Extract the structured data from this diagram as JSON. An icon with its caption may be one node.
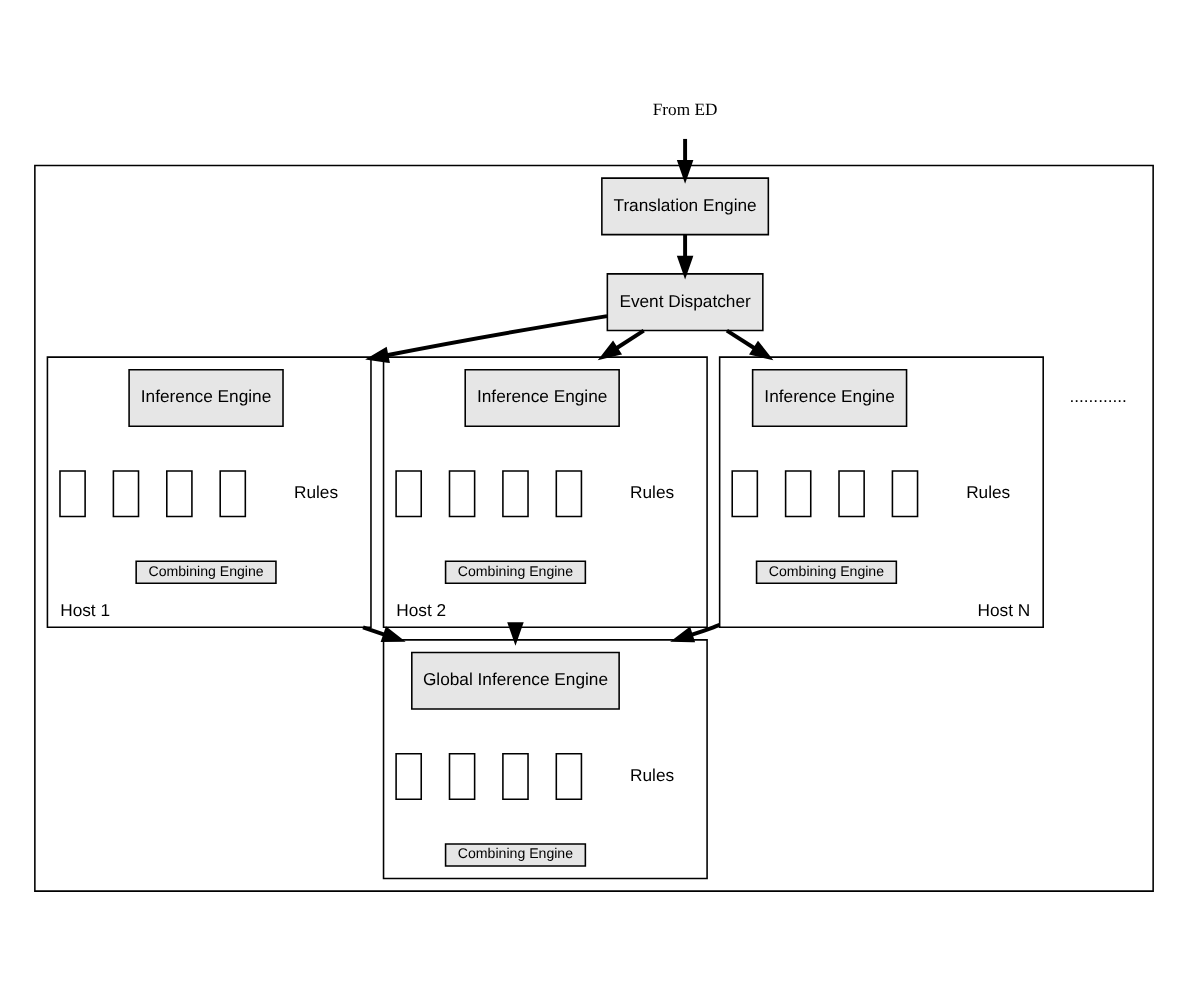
{
  "diagram": {
    "nodes": [
      {
        "text": [
          "From ED"
        ]
      },
      {
        "text": [],
        "shape": "box"
      },
      {
        "text": [
          "Translation Engine"
        ],
        "in": 1
      },
      {
        "text": [
          "Event Dispatcher"
        ],
        "in": 1
      },
      {
        "text": [
          "Host 1"
        ],
        "in": 1
      },
      {
        "text": [
          "Inference Engine"
        ],
        "in": 4
      },
      {
        "text": [],
        "shape": "box",
        "in": 4
      },
      {
        "text": [],
        "shape": "box",
        "in": 4
      },
      {
        "text": [],
        "shape": "box",
        "in": 4
      },
      {
        "text": [],
        "shape": "box",
        "in": 4
      },
      {
        "text": [
          "Combining Engine"
        ],
        "in": 4
      },
      {
        "text": [
          "Host 2"
        ],
        "in": 1
      },
      {
        "text": [
          "Inference Engine"
        ],
        "in": 11
      },
      {
        "text": [],
        "shape": "box",
        "in": 11
      },
      {
        "text": [],
        "shape": "box",
        "in": 11
      },
      {
        "text": [],
        "shape": "box",
        "in": 11
      },
      {
        "text": [],
        "shape": "box",
        "in": 11
      },
      {
        "text": [
          "Combining Engine"
        ],
        "in": 11
      },
      {
        "text": [
          "Host N"
        ],
        "in": 1
      },
      {
        "text": [
          "Inference Engine"
        ],
        "in": 18
      },
      {
        "text": [],
        "shape": "box",
        "in": 18
      },
      {
        "text": [],
        "shape": "box",
        "in": 18
      },
      {
        "text": [],
        "shape": "box",
        "in": 18
      },
      {
        "text": [],
        "shape": "box",
        "in": 18
      },
      {
        "text": [
          "Combining Engine"
        ],
        "in": 18
      },
      {
        "text": [],
        "shape": "box",
        "in": 1
      },
      {
        "text": [
          "Global Inference Engine"
        ],
        "in": 25
      },
      {
        "text": [],
        "shape": "box",
        "in": 25
      },
      {
        "text": [],
        "shape": "box",
        "in": 25
      },
      {
        "text": [],
        "shape": "box",
        "in": 25
      },
      {
        "text": [],
        "shape": "box",
        "in": 25
      },
      {
        "text": [
          "Combining Engine"
        ],
        "in": 25
      }
    ],
    "edges": [
      {
        "from": 0,
        "to": 2,
        "arrow": "to"
      },
      {
        "from": 2,
        "to": 3,
        "arrow": "to"
      },
      {
        "from": 3,
        "to": 4,
        "arrow": "to"
      },
      {
        "from": 3,
        "to": 11,
        "arrow": "to"
      },
      {
        "from": 3,
        "to": 18,
        "arrow": "to"
      },
      {
        "from": 4,
        "to": 25,
        "arrow": "to"
      },
      {
        "from": 11,
        "to": 25,
        "arrow": "to"
      },
      {
        "from": 18,
        "to": 25,
        "arrow": "to"
      }
    ],
    "labels": [
      "Rules",
      "Rules",
      "............",
      "Rules",
      "Rules"
    ]
  }
}
